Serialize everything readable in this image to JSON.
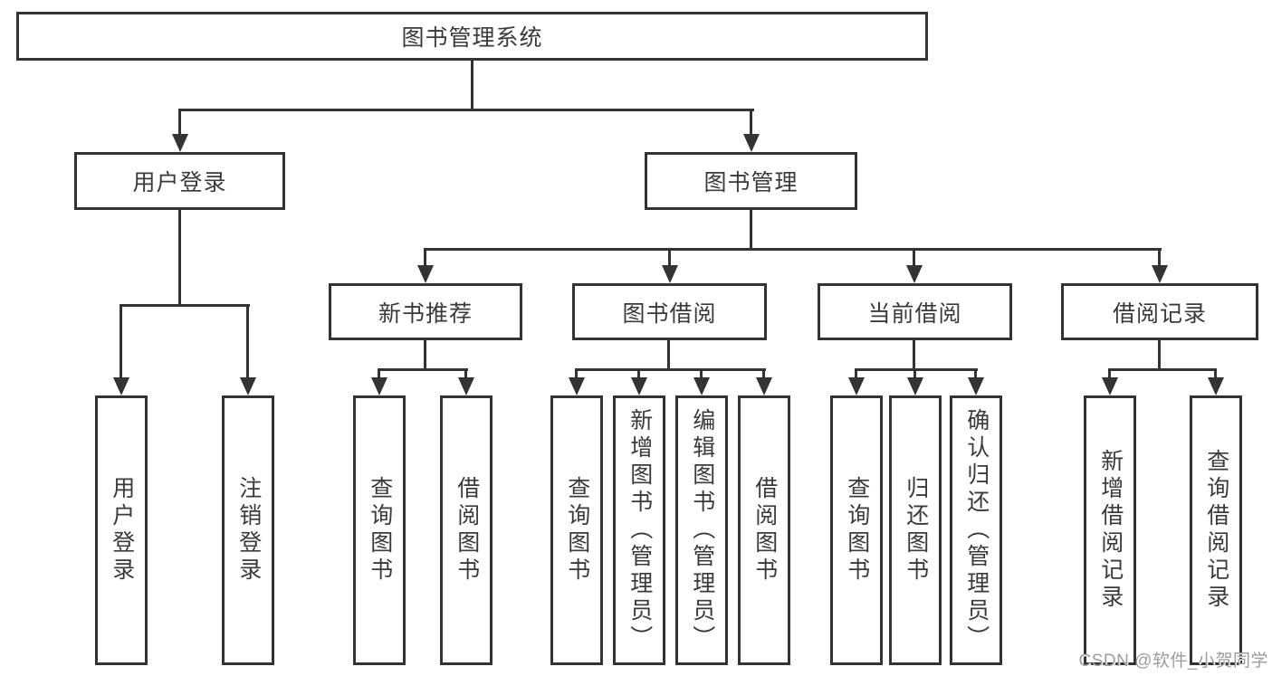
{
  "diagram": {
    "root": {
      "label": "图书管理系统"
    },
    "level2": [
      {
        "label": "用户登录"
      },
      {
        "label": "图书管理"
      }
    ],
    "level3": [
      {
        "label": "新书推荐"
      },
      {
        "label": "图书借阅"
      },
      {
        "label": "当前借阅"
      },
      {
        "label": "借阅记录"
      }
    ],
    "leaves": {
      "userLogin": "用户登录",
      "logoutLogin": "注销登录",
      "newbookQuery": "查询图书",
      "newbookBorrow": "借阅图书",
      "borrowQuery": "查询图书",
      "borrowAdd": "新增图书（管理员）",
      "borrowEdit": "编辑图书（管理员）",
      "borrowBorrow": "借阅图书",
      "currentQuery": "查询图书",
      "currentReturn": "归还图书",
      "currentConfirm": "确认归还（管理员）",
      "recordAdd": "新增借阅记录",
      "recordQuery": "查询借阅记录"
    }
  },
  "watermark": "CSDN @软件_小贺同学",
  "colors": {
    "line": "#333333",
    "text": "#3a3a3a",
    "watermark": "#9d9d9d",
    "background": "#ffffff"
  }
}
